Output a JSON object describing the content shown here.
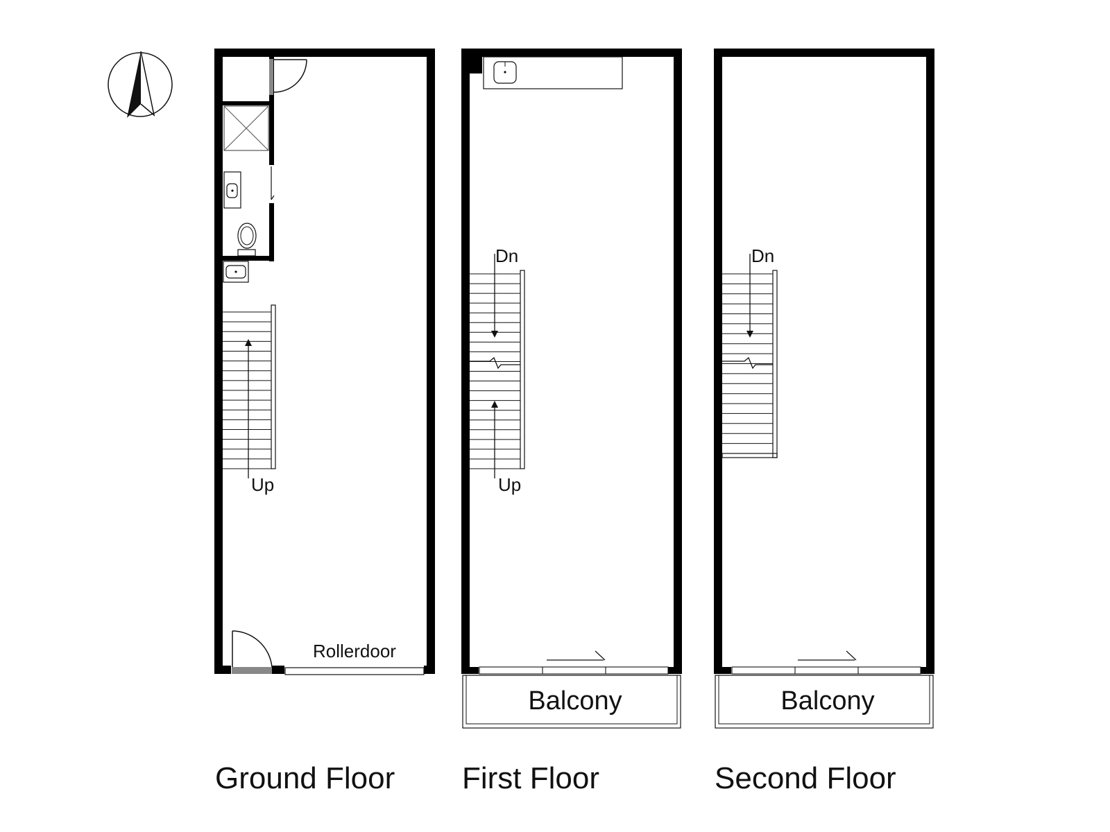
{
  "compass": {
    "icon": "north-arrow-icon"
  },
  "ground_floor": {
    "title": "Ground Floor",
    "stair_label": "Up",
    "door_label": "Rollerdoor"
  },
  "first_floor": {
    "title": "First Floor",
    "stair_down_label": "Dn",
    "stair_up_label": "Up",
    "balcony_label": "Balcony"
  },
  "second_floor": {
    "title": "Second Floor",
    "stair_down_label": "Dn",
    "balcony_label": "Balcony"
  }
}
